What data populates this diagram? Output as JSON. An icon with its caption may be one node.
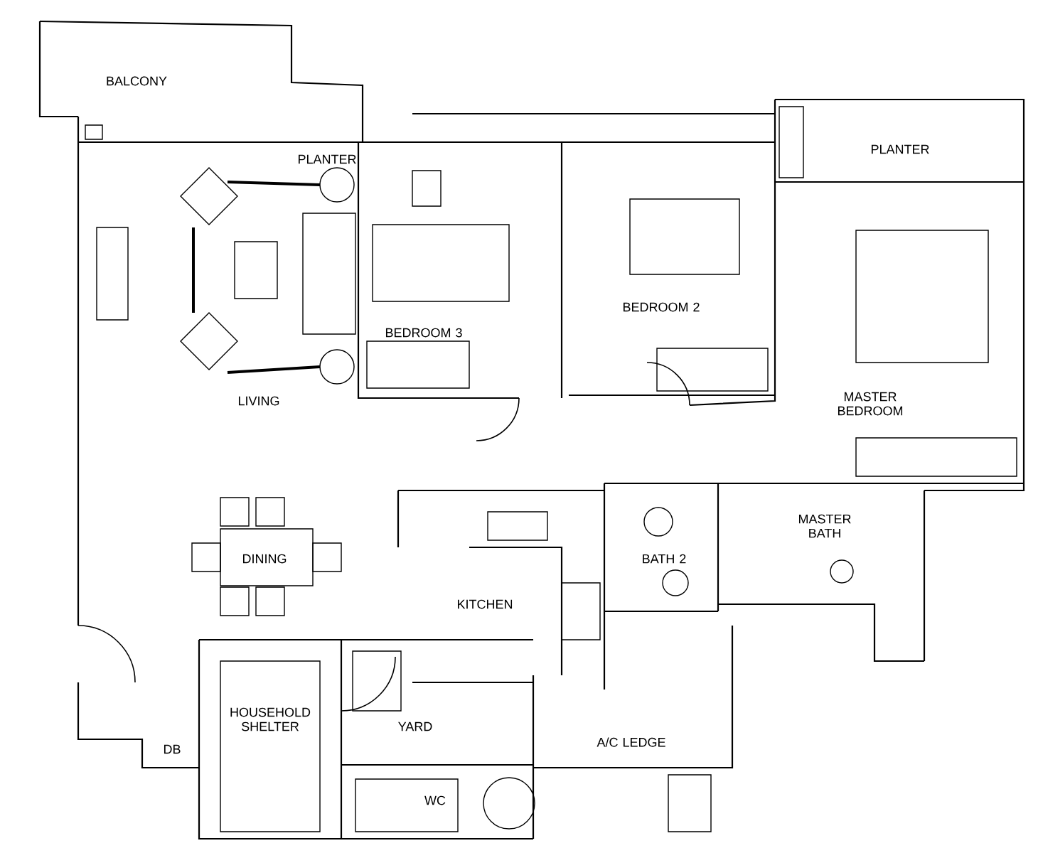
{
  "diagram": {
    "labels": [
      "BALCONY",
      "PLANTER",
      "PLANTER",
      "BEDROOM 2",
      "BEDROOM 3",
      "MASTER BEDROOM",
      "LIVING",
      "MASTER BATH",
      "DINING",
      "BATH 2",
      "KITCHEN",
      "HOUSEHOLD SHELTER",
      "YARD",
      "A/C LEDGE",
      "DB",
      "WC"
    ]
  }
}
